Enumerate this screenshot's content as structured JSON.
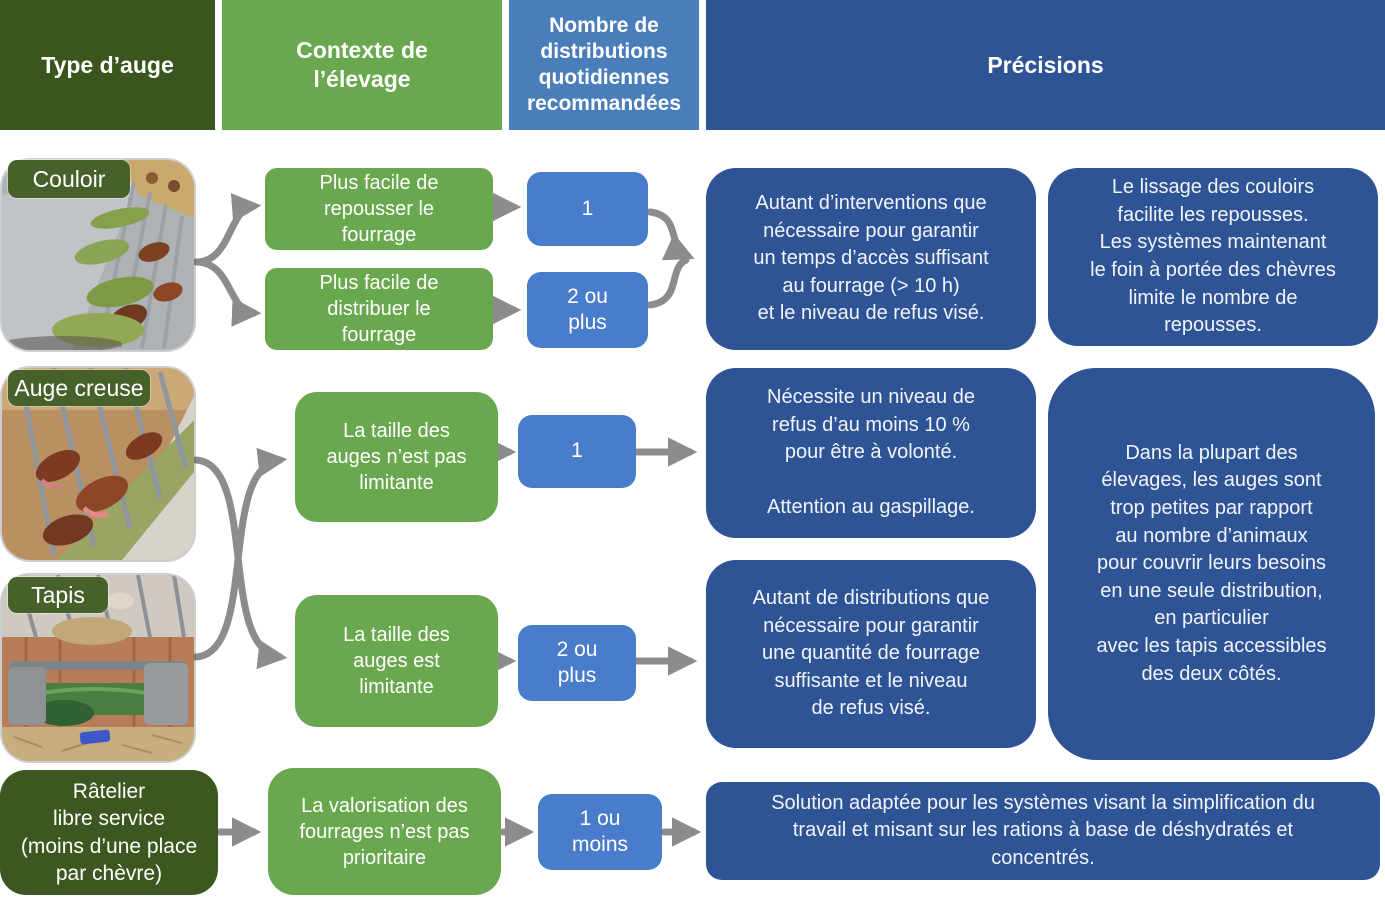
{
  "headers": {
    "type_auge": "Type d’auge",
    "contexte": "Contexte de\nl’élevage",
    "nombre": "Nombre de\ndistributions\nquotidiennes\nrecommandées",
    "precisions": "Précisions"
  },
  "colors": {
    "dark_green": "#3a551d",
    "green": "#6aa84f",
    "header_blue": "#4a7eba",
    "small_box_blue": "#4a7ccc",
    "dark_blue": "#2e5496",
    "arrow_gray": "#8c8c8c"
  },
  "icons": {
    "photos": [
      "couloir-photo",
      "auge-creuse-photo",
      "tapis-photo"
    ]
  },
  "row1": {
    "type_label": "Couloir",
    "context_top": "Plus facile de\nrepousser le\nfourrage",
    "context_bottom": "Plus facile de\ndistribuer le\nfourrage",
    "dist_top": "1",
    "dist_bottom": "2 ou\nplus",
    "precision_main": "Autant d’interventions que\nnécessaire pour garantir\nun temps d’accès suffisant\nau fourrage (> 10 h)\net le niveau de refus visé.",
    "precision_side": "Le lissage des couloirs\nfacilite les repousses.\nLes systèmes maintenant\nle foin à portée des chèvres\nlimite le nombre de\nrepousses."
  },
  "row2": {
    "type_label": "Auge creuse",
    "context": "La taille des\nauges n’est pas\nlimitante",
    "dist": "1",
    "precision_main": "Nécessite un niveau de\nrefus d’au moins 10 %\npour être à volonté.\n\nAttention au gaspillage.",
    "precision_side": "Dans la plupart des\nélevages, les auges sont\ntrop petites par rapport\nau nombre d’animaux\npour couvrir leurs besoins\nen une seule distribution,\nen particulier\navec les tapis accessibles\ndes deux côtés."
  },
  "row3": {
    "type_label": "Tapis",
    "context": "La taille des\nauges est\nlimitante",
    "dist": "2 ou\nplus",
    "precision_main": "Autant de distributions que\nnécessaire pour garantir\nune quantité de fourrage\nsuffisante et le niveau\nde refus visé."
  },
  "row4": {
    "type_label": "Râtelier\nlibre service\n(moins d’une place\npar chèvre)",
    "context": "La valorisation des\nfourrages n’est pas\nprioritaire",
    "dist": "1 ou\nmoins",
    "precision_main": "Solution adaptée pour les systèmes visant la simplification du\ntravail et misant sur les rations à base de déshydratés et\nconcentrés."
  }
}
